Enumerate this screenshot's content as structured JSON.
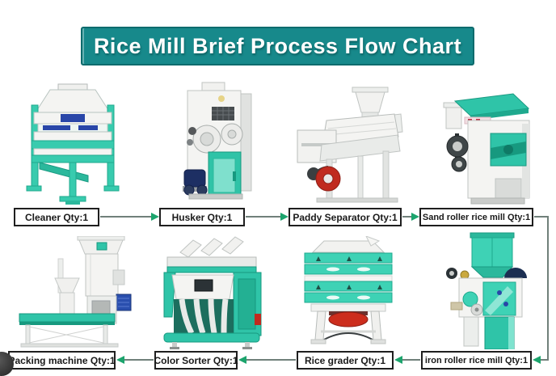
{
  "title": {
    "text": "Rice Mill Brief Process Flow Chart"
  },
  "colors": {
    "page_bg": "#ffffff",
    "title_bg": "#17898b",
    "title_border": "#0d6b6d",
    "title_text": "#ffffff",
    "label_bg": "#ffffff",
    "label_border": "#1f1f1f",
    "label_text": "#1a1a1a",
    "arrow_line": "#70807a",
    "arrow_head": "#1ca46d",
    "machine_teal": "#3ed2b5"
  },
  "flow": {
    "top_row": {
      "direction": "left-to-right",
      "steps": [
        {
          "machine": "cleaner",
          "label": "Cleaner Qty:1",
          "illustration": "cleaner-machine-image"
        },
        {
          "machine": "husker",
          "label": "Husker Qty:1",
          "illustration": "husker-machine-image"
        },
        {
          "machine": "paddy-separator",
          "label": "Paddy Separator Qty:1",
          "illustration": "paddy-separator-machine-image"
        },
        {
          "machine": "sand-roller-rice-mill",
          "label": "Sand roller rice mill Qty:1",
          "illustration": "sand-roller-rice-mill-machine-image"
        }
      ]
    },
    "bottom_row": {
      "direction": "right-to-left",
      "steps": [
        {
          "machine": "packing-machine",
          "label": "Packing machine Qty:1",
          "illustration": "packing-machine-image"
        },
        {
          "machine": "color-sorter",
          "label": "Color Sorter Qty:1",
          "illustration": "color-sorter-machine-image"
        },
        {
          "machine": "rice-grader",
          "label": "Rice grader Qty:1",
          "illustration": "rice-grader-machine-image"
        },
        {
          "machine": "iron-roller-rice-mill",
          "label": "iron roller rice mill Qty:1",
          "illustration": "iron-roller-rice-mill-machine-image"
        }
      ]
    }
  }
}
